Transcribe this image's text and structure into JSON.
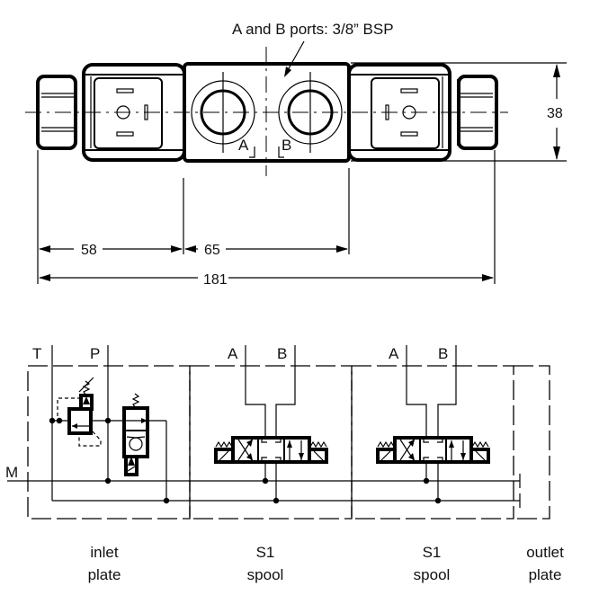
{
  "top_view": {
    "ports_note": "A and B ports: 3/8” BSP",
    "port_label_a": "A",
    "port_label_b": "B",
    "dimensions": {
      "height": "38",
      "coil_length": "58",
      "body_length": "65",
      "total_length": "181"
    }
  },
  "schematic": {
    "inlet_ports": {
      "tank": "T",
      "pressure": "P",
      "gauge": "M"
    },
    "spools": [
      {
        "port_a": "A",
        "port_b": "B"
      },
      {
        "port_a": "A",
        "port_b": "B"
      }
    ]
  },
  "captions": [
    {
      "line1": "inlet",
      "line2": "plate"
    },
    {
      "line1": "S1",
      "line2": "spool"
    },
    {
      "line1": "S1",
      "line2": "spool"
    },
    {
      "line1": "outlet",
      "line2": "plate"
    }
  ]
}
